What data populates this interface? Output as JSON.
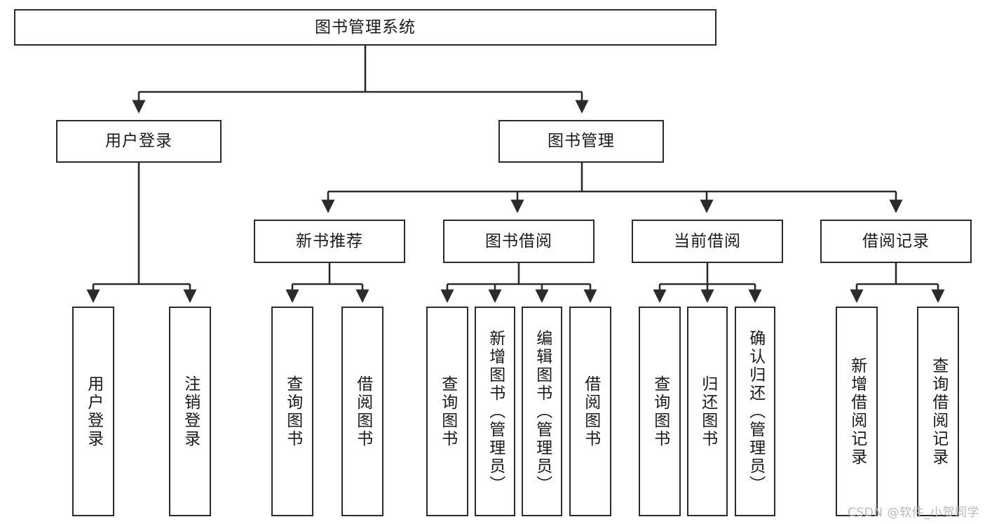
{
  "diagram": {
    "title": "图书管理系统",
    "type": "tree-hierarchy-diagram",
    "colors": {
      "node_border": "#2b2b2b",
      "node_fill": "#ffffff",
      "edge": "#2b2b2b",
      "text": "#1a1a1a",
      "watermark": "#b9b9b9"
    },
    "nodes": {
      "root": {
        "label": "图书管理系统"
      },
      "level2": [
        {
          "label": "用户登录"
        },
        {
          "label": "图书管理"
        }
      ],
      "level3": [
        {
          "label": "新书推荐"
        },
        {
          "label": "图书借阅"
        },
        {
          "label": "当前借阅"
        },
        {
          "label": "借阅记录"
        }
      ],
      "leaves": {
        "user_login": [
          {
            "label": "用户登录"
          },
          {
            "label": "注销登录"
          }
        ],
        "new_book_recommend": [
          {
            "label": "查询图书"
          },
          {
            "label": "借阅图书"
          }
        ],
        "book_borrow": [
          {
            "label": "查询图书"
          },
          {
            "label": "新增图书（管理员）"
          },
          {
            "label": "编辑图书（管理员）"
          },
          {
            "label": "借阅图书"
          }
        ],
        "current_borrow": [
          {
            "label": "查询图书"
          },
          {
            "label": "归还图书"
          },
          {
            "label": "确认归还（管理员）"
          }
        ],
        "borrow_record": [
          {
            "label": "新增借阅记录"
          },
          {
            "label": "查询借阅记录"
          }
        ]
      }
    },
    "watermark": "CSDN @软件_小贺同学"
  }
}
